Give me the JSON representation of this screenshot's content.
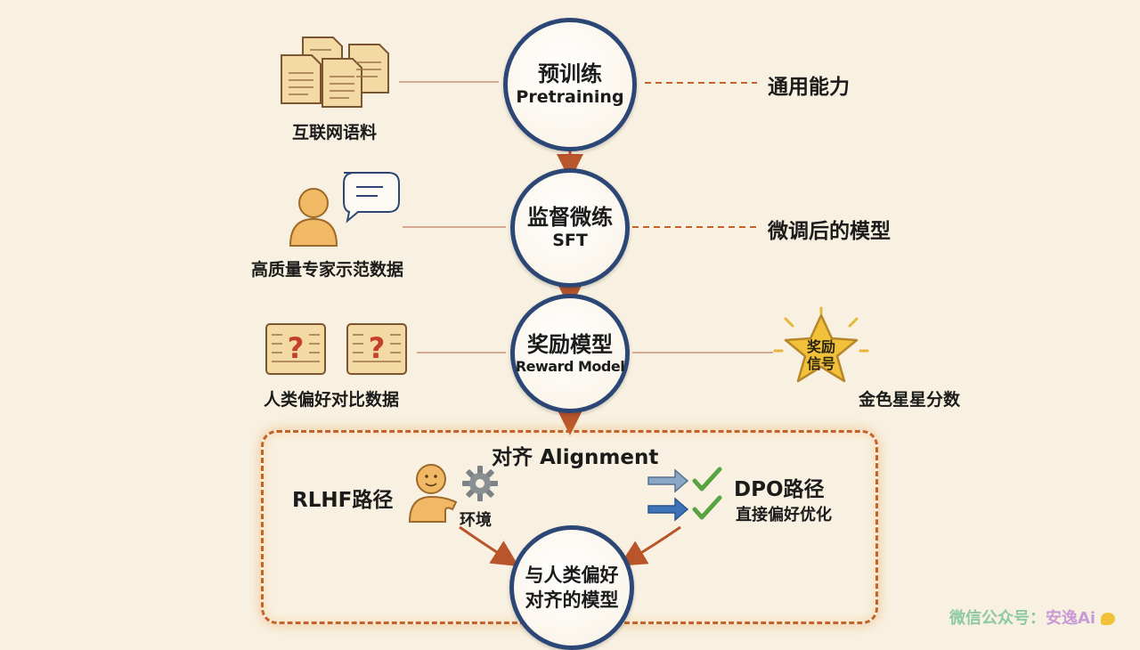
{
  "stages": {
    "pretrain": {
      "title_zh": "预训练",
      "title_en": "Pretraining",
      "input_label": "互联网语料",
      "output_label": "通用能力"
    },
    "sft": {
      "title_zh": "监督微练",
      "title_en": "SFT",
      "input_label": "高质量专家示范数据",
      "output_label": "微调后的模型"
    },
    "reward": {
      "title_zh": "奖励模型",
      "title_en": "Reward Model",
      "input_label": "人类偏好对比数据",
      "output_label": "金色星星分数",
      "star_text": "奖励信号"
    }
  },
  "alignment": {
    "title": "对齐 Alignment",
    "rlhf_label": "RLHF路径",
    "env_label": "环境",
    "dpo_label": "DPO路径",
    "dpo_sub": "直接偏好优化",
    "result_line1": "与人类偏好",
    "result_line2": "对齐的模型"
  },
  "watermark": {
    "prefix": "微信公众号：",
    "brand": "安逸Ai"
  },
  "colors": {
    "circle_border": "#2c4776",
    "arrow": "#b8552b",
    "dashed_box": "#c2642a",
    "paper": "#f3d9a4",
    "star": "#f2c13a",
    "check": "#5aa344",
    "dpo_arrow": "#3f73b8"
  }
}
